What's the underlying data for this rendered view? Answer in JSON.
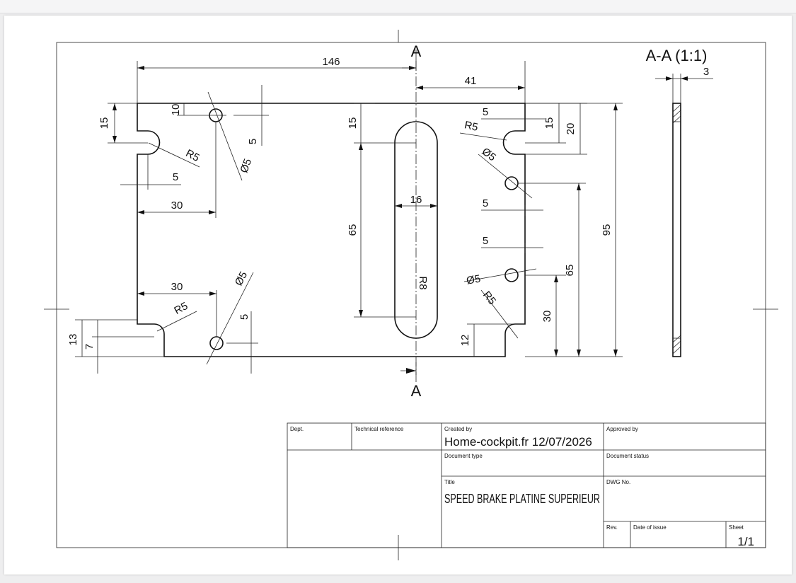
{
  "section_label": "A",
  "section_view_title": "A-A (1:1)",
  "dimensions": {
    "total_length": "146",
    "slot_offset": "41",
    "thickness": "3",
    "notch_height_left": "15",
    "hole_offset_top": "10",
    "hole_edge_small": "5",
    "hole_diameter": "Ø5",
    "notch_radius": "R5",
    "notch_depth_left": "5",
    "hole_x_left": "30",
    "slot_top": "15",
    "slot_length": "65",
    "slot_width": "16",
    "slot_radius": "R8",
    "right_hole_edge": "5",
    "right_notch_depth": "15",
    "right_notch_height": "20",
    "right_hole_spacing": "65",
    "right_hole_bottom": "30",
    "plate_height": "95",
    "bottom_notch_y": "12",
    "bottom_left_13": "13",
    "bottom_left_7": "7"
  },
  "title_block": {
    "dept_label": "Dept.",
    "tech_ref_label": "Technical reference",
    "created_by_label": "Created by",
    "created_by_value": "Home-cockpit.fr 12/07/2026",
    "approved_by_label": "Approved by",
    "document_type_label": "Document type",
    "document_status_label": "Document status",
    "title_label": "Title",
    "title_value": "SPEED BRAKE PLATINE SUPERIEUR",
    "dwg_no_label": "DWG No.",
    "rev_label": "Rev.",
    "date_of_issue_label": "Date of issue",
    "sheet_label": "Sheet",
    "sheet_value": "1/1"
  }
}
